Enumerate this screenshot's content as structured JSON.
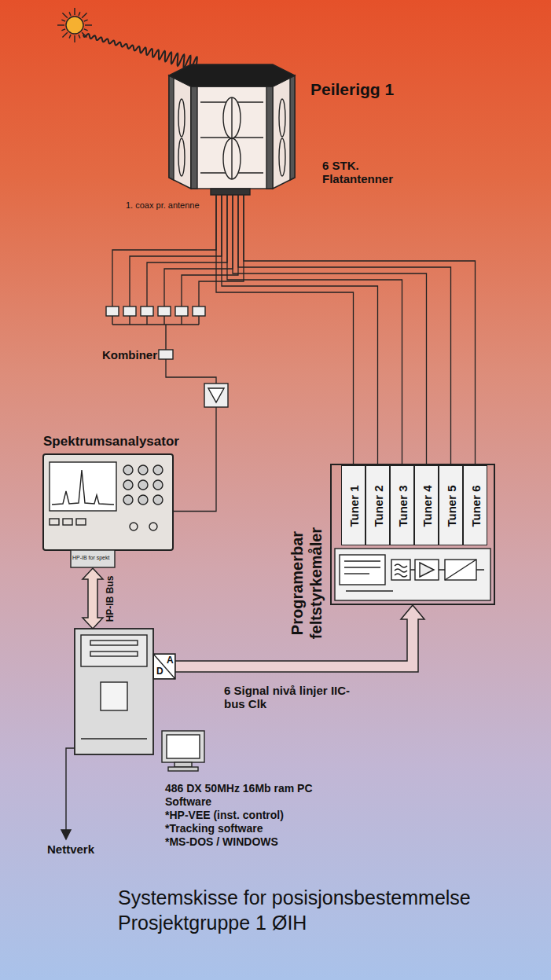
{
  "diagram": {
    "title": "Systemskisse for posisjonsbestemmelse",
    "caption": "Prosjektgruppe 1 ØIH",
    "nodes": [
      {
        "text": [
          "Peilerigg 1",
          "6 STK. Flatantenner"
        ]
      },
      {
        "text": [
          "Kombiner"
        ]
      },
      {
        "text": [
          "Spektrumsanalysator",
          "HP-IB for spekt"
        ]
      },
      {
        "text": [
          "Programerbar feltstyrkemåler"
        ]
      },
      {
        "text": [
          "Tuner 1"
        ],
        "in": 3
      },
      {
        "text": [
          "Tuner 2"
        ],
        "in": 3
      },
      {
        "text": [
          "Tuner 3"
        ],
        "in": 3
      },
      {
        "text": [
          "Tuner 4"
        ],
        "in": 3
      },
      {
        "text": [
          "Tuner 5"
        ],
        "in": 3
      },
      {
        "text": [
          "Tuner 6"
        ],
        "in": 3
      },
      {
        "text": [
          "486 DX 50MHz 16Mb ram PC",
          "Software",
          "*HP-VEE (inst. control)",
          "*Tracking software",
          "*MS-DOS / WINDOWS"
        ]
      },
      {
        "text": [
          "A",
          "D"
        ],
        "in": 10
      }
    ],
    "edges": [
      {
        "from": 0,
        "to": 1,
        "arrow": "none"
      },
      {
        "from": 0,
        "to": 4,
        "arrow": "none"
      },
      {
        "from": 0,
        "to": 5,
        "arrow": "none"
      },
      {
        "from": 0,
        "to": 6,
        "arrow": "none"
      },
      {
        "from": 0,
        "to": 7,
        "arrow": "none"
      },
      {
        "from": 0,
        "to": 8,
        "arrow": "none"
      },
      {
        "from": 0,
        "to": 9,
        "arrow": "none"
      },
      {
        "from": 1,
        "to": 2,
        "arrow": "none"
      },
      {
        "from": 2,
        "to": 10,
        "label": "HP-IB Bus",
        "arrow": "both"
      },
      {
        "from": 11,
        "to": 3,
        "label": "6 Signal nivå linjer IIC-bus Clk",
        "arrow": "to"
      }
    ],
    "labels": [
      "1. coax pr. antenne",
      "Nettverk"
    ]
  }
}
